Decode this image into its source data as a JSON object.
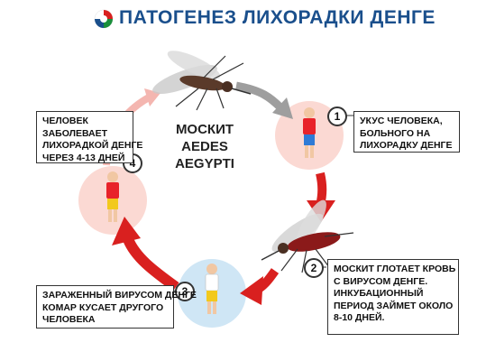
{
  "title": "ПАТОГЕНЕЗ ЛИХОРАДКИ ДЕНГЕ",
  "mosquito_label": [
    "МОСКИТ",
    "AEDES AEGYPTI"
  ],
  "steps": [
    {
      "number": "1",
      "lines": [
        "УКУС ЧЕЛОВЕКА,",
        "БОЛЬНОГО НА",
        "ЛИХОРАДКУ ДЕНГЕ"
      ]
    },
    {
      "number": "2",
      "lines": [
        "МОСКИТ ГЛОТАЕТ КРОВЬ",
        "С ВИРУСОМ ДЕНГЕ.",
        "ИНКУБАЦИОННЫЙ",
        "ПЕРИОД ЗАЙМЕТ ОКОЛО",
        "8-10 ДНЕЙ."
      ]
    },
    {
      "number": "3",
      "lines": [
        "ЗАРАЖЕННЫЙ ВИРУСОМ ДЕНГЕ",
        "КОМАР КУСАЕТ ДРУГОГО",
        "ЧЕЛОВЕКА"
      ]
    },
    {
      "number": "4",
      "lines": [
        "ЧЕЛОВЕК",
        "ЗАБОЛЕВАЕТ",
        "ЛИХОРАДКОЙ ДЕНГЕ",
        "ЧЕРЕЗ 4-13 ДНЕЙ"
      ]
    }
  ],
  "colors": {
    "title": "#1a4f8c",
    "arrow_red": "#d9201f",
    "arrow_gray": "#9e9e9e",
    "circle_pink": "#fbd9d3",
    "circle_blue": "#cfe6f5"
  }
}
